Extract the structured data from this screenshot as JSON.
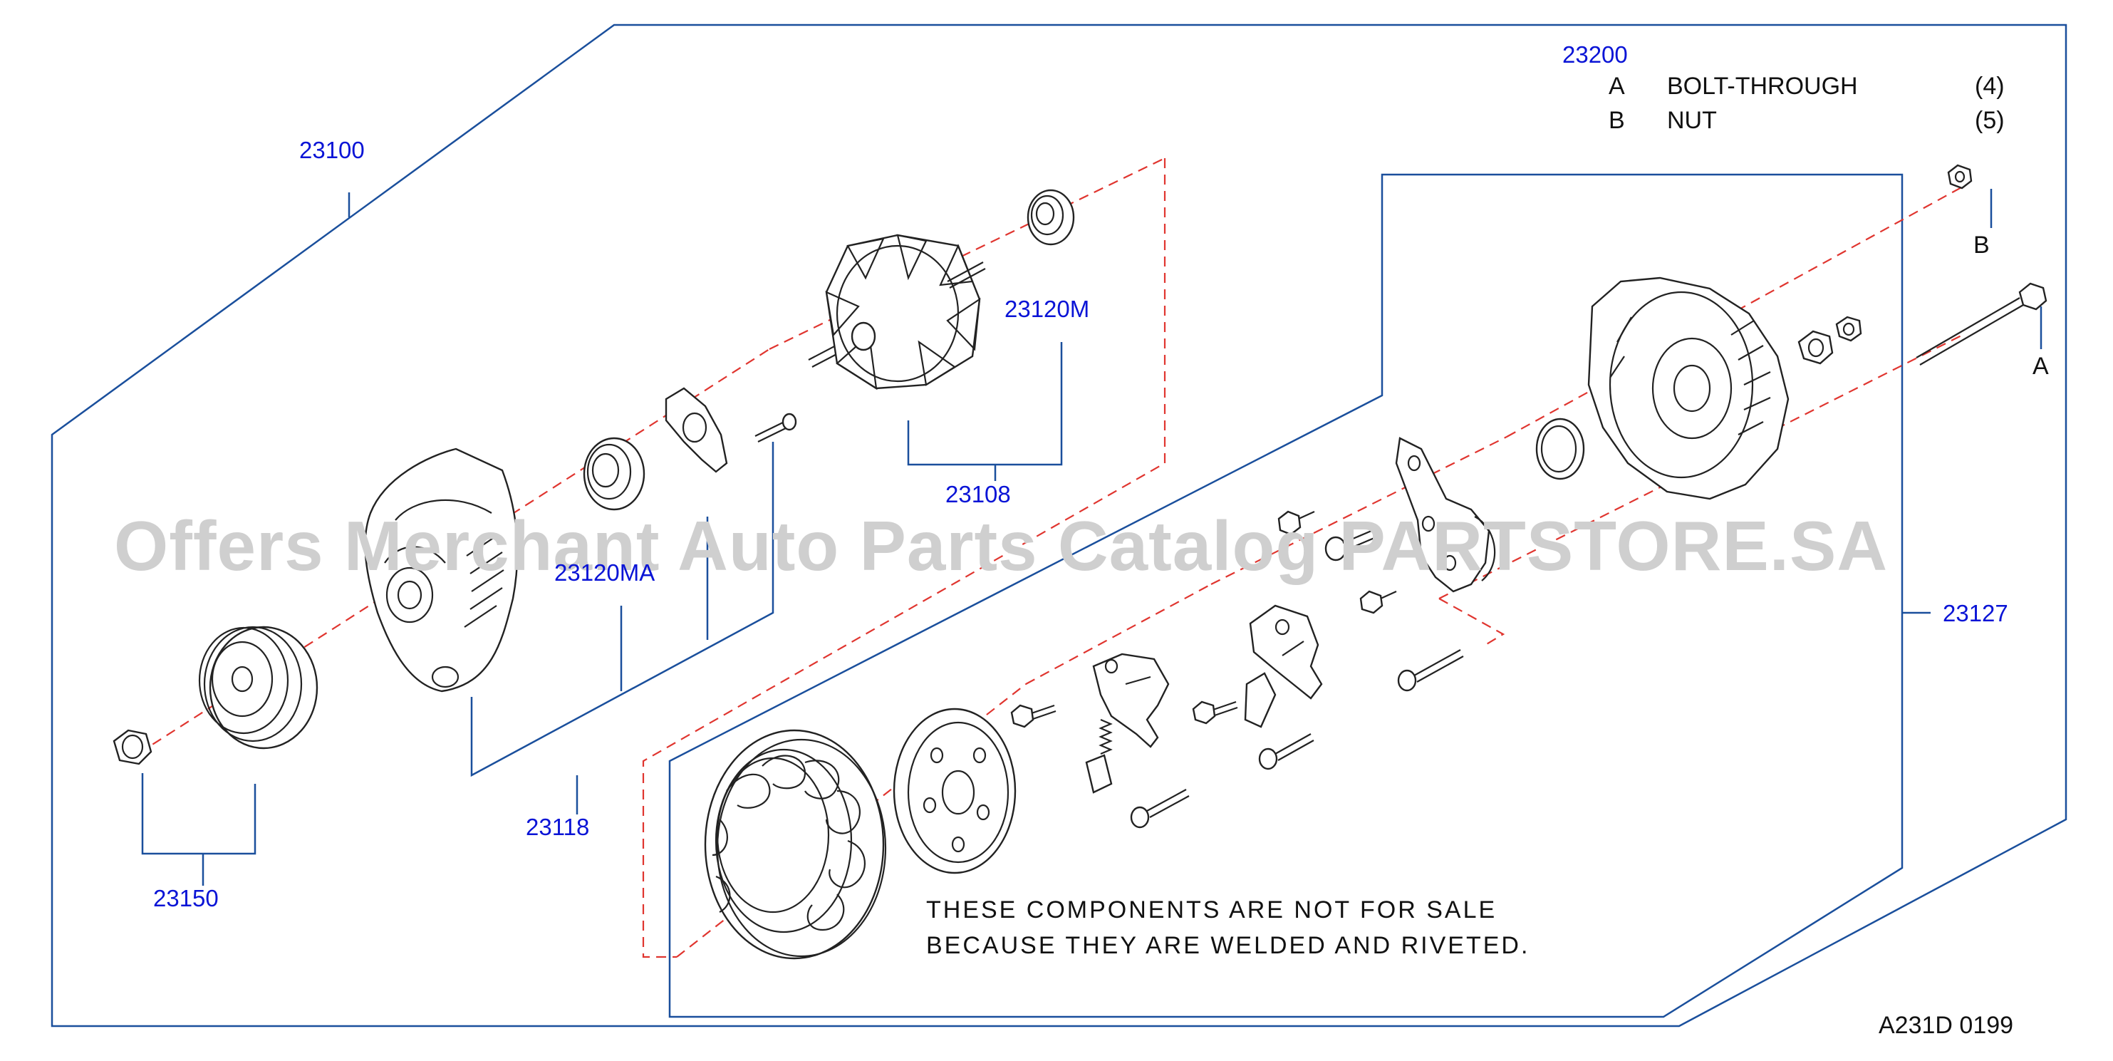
{
  "callouts": {
    "alternator": "23100",
    "pulley": "23150",
    "rear_bearing": "23120M",
    "rotor": "23108",
    "front_bearing": "23120MA",
    "front_cover": "23118",
    "rear_bracket_group": "23127",
    "hardware": "23200"
  },
  "legend": [
    {
      "key": "A",
      "name": "BOLT-THROUGH",
      "qty": "(4)"
    },
    {
      "key": "B",
      "name": "NUT",
      "qty": "(5)"
    }
  ],
  "markers": {
    "bolt": "A",
    "nut": "B"
  },
  "note": {
    "line1": "THESE  COMPONENTS  ARE  NOT  FOR  SALE",
    "line2": "BECAUSE  THEY  ARE  WELDED  AND  RIVETED."
  },
  "diagram_code": "A231D  0199",
  "watermark": "Offers Merchant Auto Parts Catalog PARTSTORE.SA",
  "colors": {
    "callout": "#0a14d6",
    "frame": "#1a4f9c",
    "axis": "#e0352f"
  }
}
